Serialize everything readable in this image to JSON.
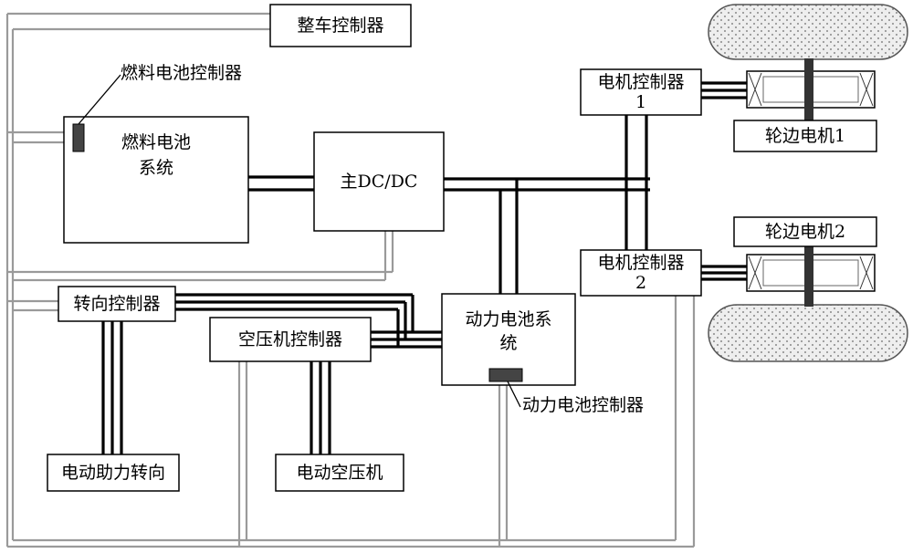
{
  "diagram": {
    "vehicle_controller": "整车控制器",
    "fuel_cell_controller": "燃料电池控制器",
    "fuel_cell_system": {
      "line1": "燃料电池",
      "line2": "系统"
    },
    "main_dcdc": "主DC/DC",
    "motor_controller_1": {
      "line1": "电机控制器",
      "line2": "1"
    },
    "motor_controller_2": {
      "line1": "电机控制器",
      "line2": "2"
    },
    "wheel_motor_1": "轮边电机1",
    "wheel_motor_2": "轮边电机2",
    "steering_controller": "转向控制器",
    "compressor_controller": "空压机控制器",
    "power_battery_system": {
      "line1": "动力电池系",
      "line2": "统"
    },
    "power_battery_controller": "动力电池控制器",
    "electric_power_steering": "电动助力转向",
    "electric_compressor": "电动空压机"
  },
  "colors": {
    "power_line": "#000000",
    "signal_line": "#999999",
    "controller_chip": "#444444",
    "tire_fill": "#d9d9d9",
    "axle": "#333333"
  }
}
